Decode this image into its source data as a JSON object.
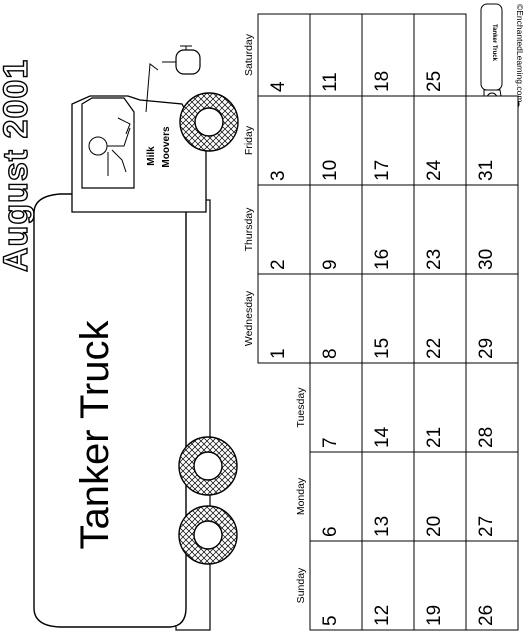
{
  "title": "August 2001",
  "truck": {
    "label": "Tanker Truck",
    "door_text_1": "Milk",
    "door_text_2": "Moovers",
    "mini_label": "Tanker Truck"
  },
  "copyright": "©EnchantedLearning.com",
  "calendar": {
    "weekdays": [
      "Sunday",
      "Monday",
      "Tuesday",
      "Wednesday",
      "Thursday",
      "Friday",
      "Saturday"
    ],
    "weeks": [
      [
        "",
        "",
        "",
        "1",
        "2",
        "3",
        "4"
      ],
      [
        "5",
        "6",
        "7",
        "8",
        "9",
        "10",
        "11"
      ],
      [
        "12",
        "13",
        "14",
        "15",
        "16",
        "17",
        "18"
      ],
      [
        "19",
        "20",
        "21",
        "22",
        "23",
        "24",
        "25"
      ],
      [
        "26",
        "27",
        "28",
        "29",
        "30",
        "31",
        ""
      ]
    ]
  },
  "colors": {
    "ink": "#000000",
    "paper": "#ffffff"
  }
}
